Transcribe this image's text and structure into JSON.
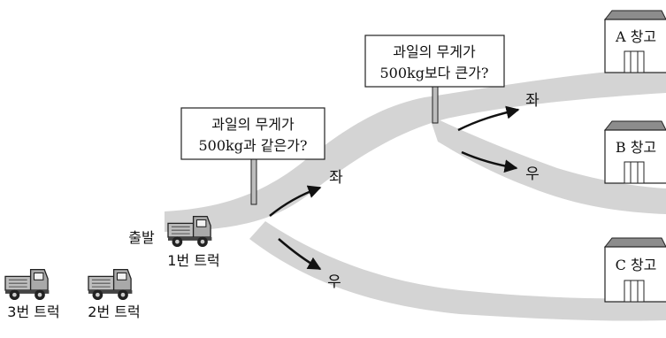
{
  "start_label": "출발",
  "trucks": {
    "truck1": "1번 트럭",
    "truck2": "2번 트럭",
    "truck3": "3번 트럭"
  },
  "signs": {
    "sign1": {
      "line1": "과일의 무게가",
      "line2": "500kg과 같은가?"
    },
    "sign2": {
      "line1": "과일의 무게가",
      "line2": "500kg보다 큰가?"
    }
  },
  "directions": {
    "left1": "좌",
    "right1": "우",
    "left2": "좌",
    "right2": "우"
  },
  "warehouses": {
    "a": "A 창고",
    "b": "B 창고",
    "c": "C 창고"
  },
  "colors": {
    "road": "#d4d4d4",
    "roof": "#8c8c8c",
    "truck_cab": "#a9a9a9"
  }
}
